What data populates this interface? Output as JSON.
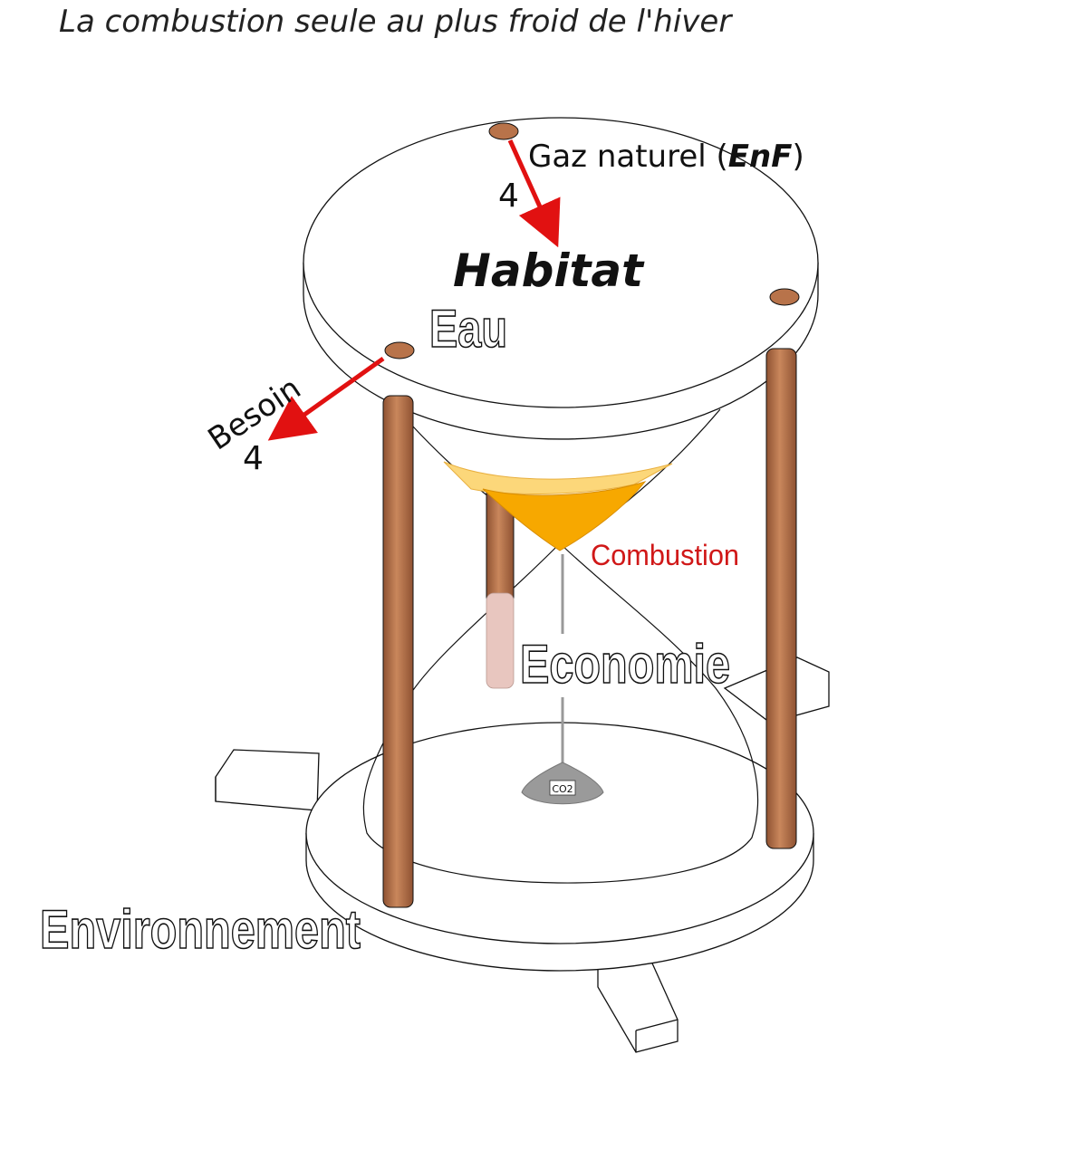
{
  "title": "La combustion seule au plus froid de l'hiver",
  "plate_label": "Habitat",
  "water_label": "Eau",
  "gas": {
    "name": "Gaz naturel (",
    "abbr": "EnF",
    "close": ")",
    "value": "4"
  },
  "need": {
    "label": "Besoin",
    "value": "4"
  },
  "combustion_label": "Combustion",
  "economy_label": "Economie",
  "co2_label": "CO2",
  "environment_label": "Environnement",
  "colors": {
    "arrow": "#e11111",
    "pillar": "#b8734a",
    "fuel_dark": "#f7a800",
    "fuel_light": "#fcd77a",
    "combustion_text": "#d01818",
    "weight": "#9a9a9a"
  }
}
